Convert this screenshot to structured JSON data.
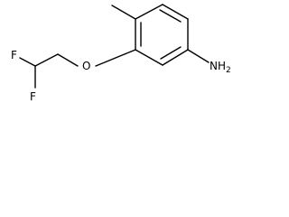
{
  "molecule": {
    "atoms": {
      "fluorine_top": "F",
      "fluorine_bottom": "F",
      "oxygen": "O",
      "amine": "NH",
      "amine_subscript": "2"
    }
  },
  "colors": {
    "bond": "#000000",
    "text": "#000000",
    "background": "#ffffff"
  }
}
